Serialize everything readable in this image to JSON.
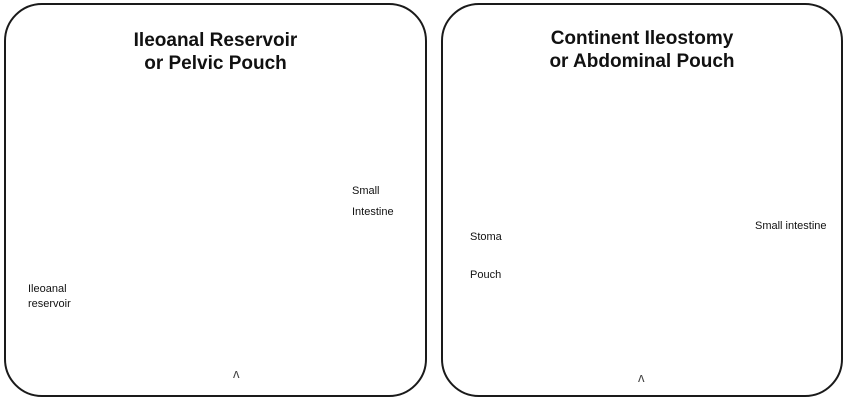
{
  "panels": {
    "left": {
      "title_line1": "Ileoanal Reservoir",
      "title_line2": "or Pelvic Pouch",
      "labels": {
        "small_intestine_line1": "Small",
        "small_intestine_line2": "Intestine",
        "reservoir_line1": "Ileoanal",
        "reservoir_line2": "reservoir",
        "navel_mark": "ʌ"
      }
    },
    "right": {
      "title_line1": "Continent Ileostomy",
      "title_line2": "or Abdominal Pouch",
      "labels": {
        "stoma": "Stoma",
        "pouch": "Pouch",
        "small_intestine": "Small intestine",
        "navel_mark": "ʌ"
      }
    }
  }
}
